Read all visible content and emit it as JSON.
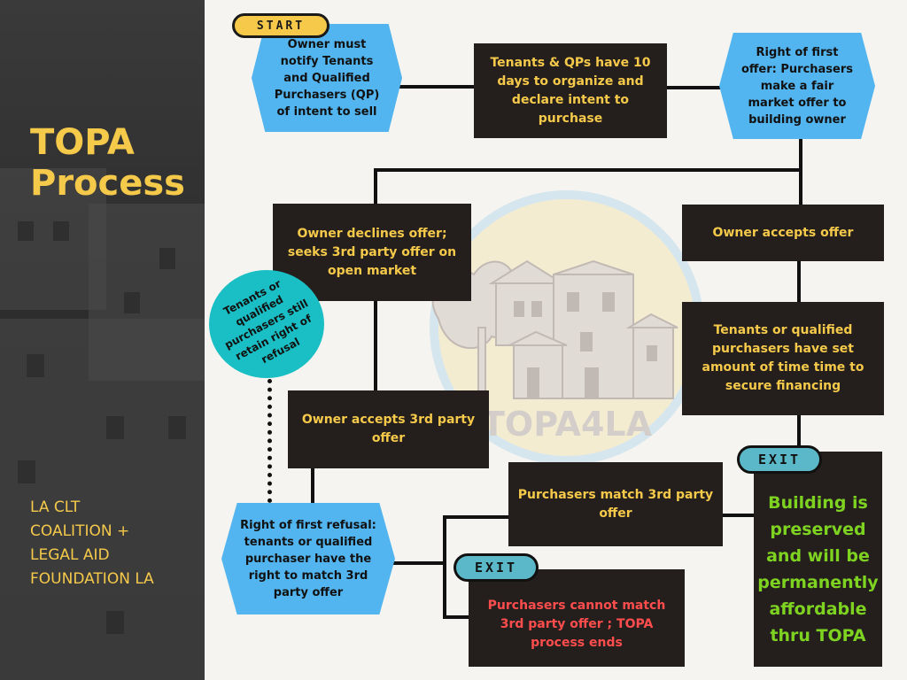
{
  "sidebar": {
    "title_line1": "TOPA",
    "title_line2": "Process",
    "org_line1": "LA CLT",
    "org_line2": "COALITION +",
    "org_line3": "LEGAL AID",
    "org_line4": "FOUNDATION LA"
  },
  "labels": {
    "start": "START",
    "exit1": "EXIT",
    "exit2": "EXIT"
  },
  "watermark": {
    "text": "TOPA4LA"
  },
  "steps": {
    "notify": "Owner must notify Tenants and Qualified Purchasers (QP) of intent to sell",
    "organize": "Tenants & QPs have 10 days to organize and declare intent to purchase",
    "first_offer": "Right of first offer: Purchasers make a fair market offer to building owner",
    "declines": "Owner declines offer; seeks 3rd party offer on open market",
    "accepts": "Owner accepts offer",
    "financing": "Tenants or qualified purchasers have set amount of time time to secure financing",
    "retain": "Tenants or qualified purchasers still retain right of refusal",
    "accepts_third": "Owner accepts 3rd party offer",
    "match": "Purchasers match 3rd party offer",
    "first_refusal": "Right of first refusal: tenants or qualified purchaser have the right to match 3rd party offer",
    "cannot_match": "Purchasers cannot match 3rd party offer ; TOPA process ends",
    "preserved": "Building is preserved and will be permanently affordable thru TOPA"
  },
  "colors": {
    "sidebar_bg": "#2e2e2e",
    "accent_yellow": "#f5c94a",
    "hex_blue": "#52b5f0",
    "box_dark": "#241f1d",
    "circle_teal": "#19bfc4",
    "exit_teal": "#5bb8c8",
    "success_green": "#7ed321",
    "fail_red": "#ff4d4d"
  }
}
